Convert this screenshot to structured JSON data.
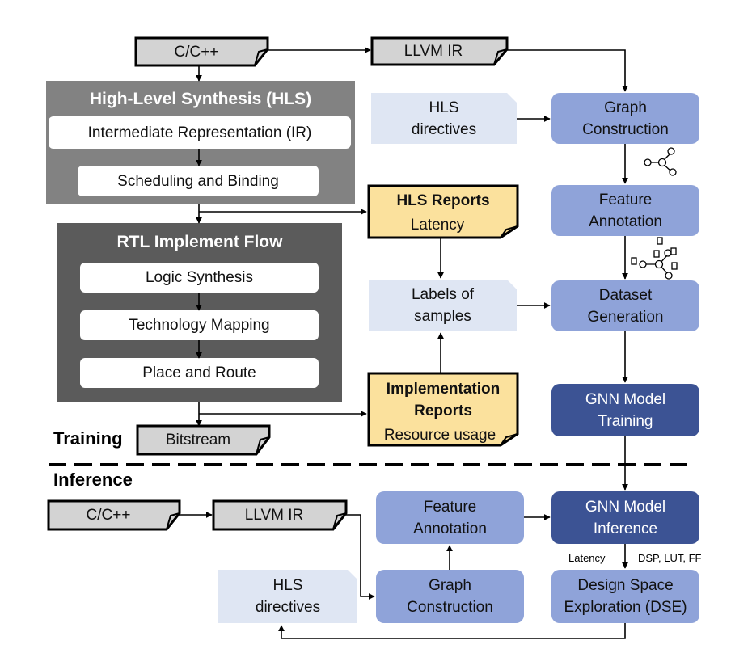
{
  "training": {
    "section_label": "Training",
    "src_file": "C/C++",
    "llvm_file": "LLVM IR",
    "hls_directives": "HLS\ndirectives",
    "graph_construction": "Graph\nConstruction",
    "feature_annotation": "Feature\nAnnotation",
    "dataset_generation": "Dataset\nGeneration",
    "gnn_training": "GNN Model\nTraining",
    "labels": "Labels of\nsamples",
    "hls_block": {
      "title": "High-Level Synthesis (HLS)",
      "steps": [
        "Intermediate Representation (IR)",
        "Scheduling and Binding"
      ]
    },
    "rtl_block": {
      "title": "RTL Implement Flow",
      "steps": [
        "Logic Synthesis",
        "Technology Mapping",
        "Place and Route"
      ]
    },
    "hls_reports": {
      "title": "HLS Reports",
      "body": "Latency"
    },
    "impl_reports": {
      "title": "Implementation\nReports",
      "body": "Resource usage"
    },
    "bitstream": "Bitstream"
  },
  "inference": {
    "section_label": "Inference",
    "src_file": "C/C++",
    "llvm_file": "LLVM IR",
    "hls_directives": "HLS\ndirectives",
    "feature_annotation": "Feature\nAnnotation",
    "graph_construction": "Graph\nConstruction",
    "gnn_inference": "GNN Model\nInference",
    "dse": "Design Space\nExploration (DSE)",
    "latency_label": "Latency",
    "resource_label": "DSP, LUT, FF"
  },
  "colors": {
    "hls_block": "#828282",
    "rtl_block": "#5b5b5b",
    "medium_blue": "#8fa3d9",
    "dark_blue": "#3c5394",
    "light_blue": "#dfe6f3",
    "report_yellow": "#fbe19d",
    "file_gray": "#d3d3d3"
  }
}
